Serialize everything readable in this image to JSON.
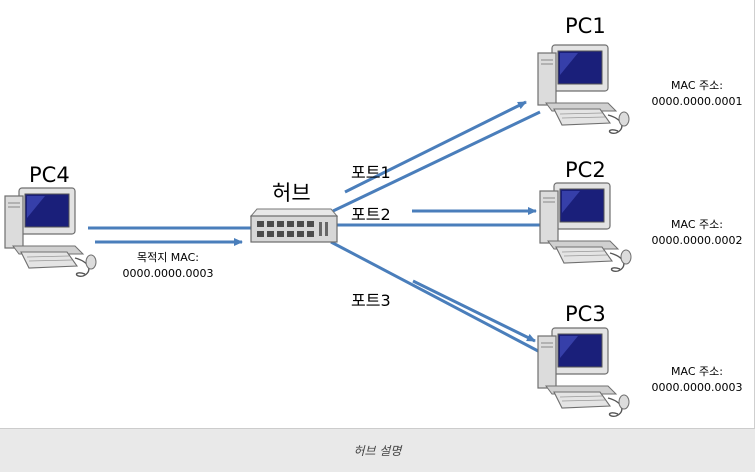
{
  "diagram": {
    "hub_label": "허브",
    "port_labels": [
      "포트1",
      "포트2",
      "포트3"
    ],
    "computers": [
      {
        "name": "PC1",
        "mac_label": "MAC 주소:",
        "mac_value": "0000.0000.0001"
      },
      {
        "name": "PC2",
        "mac_label": "MAC 주소:",
        "mac_value": "0000.0000.0002"
      },
      {
        "name": "PC3",
        "mac_label": "MAC 주소:",
        "mac_value": "0000.0000.0003"
      },
      {
        "name": "PC4",
        "dest_label": "목적지 MAC:",
        "dest_value": "0000.0000.0003"
      }
    ],
    "arrow_color": "#4a7ebb",
    "caption": "허브 설명"
  }
}
